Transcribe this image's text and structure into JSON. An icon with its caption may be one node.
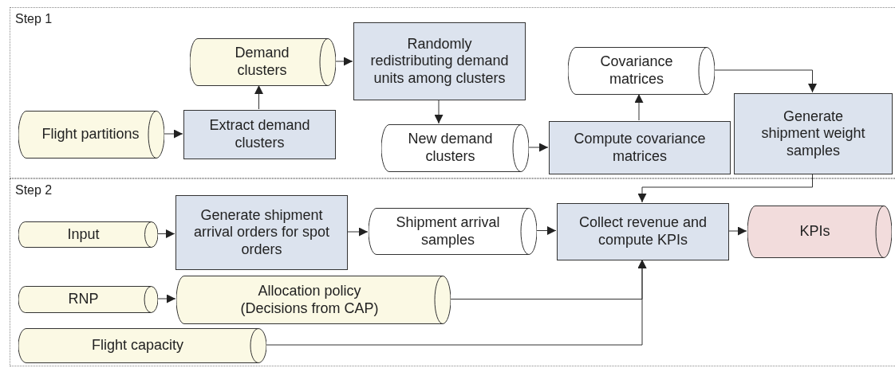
{
  "diagram": {
    "nodes": [
      {
        "text": [
          "Step 1"
        ]
      },
      {
        "text": [
          "Demand clusters"
        ],
        "in": 0
      },
      {
        "text": [
          "Randomly redistributing demand units among clusters"
        ],
        "in": 0
      },
      {
        "text": [
          "Flight partitions"
        ],
        "in": 0
      },
      {
        "text": [
          "Extract demand clusters"
        ],
        "in": 0
      },
      {
        "text": [
          "New demand clusters"
        ],
        "in": 0
      },
      {
        "text": [
          "Covariance matrices"
        ],
        "in": 0
      },
      {
        "text": [
          "Compute covariance matrices"
        ],
        "in": 0
      },
      {
        "text": [
          "Generate shipment weight samples"
        ],
        "in": 0
      },
      {
        "text": [
          "Step 2"
        ]
      },
      {
        "text": [
          "Input"
        ],
        "in": 9
      },
      {
        "text": [
          "Generate shipment arrival orders for spot orders"
        ],
        "in": 9
      },
      {
        "text": [
          "Shipment arrival samples"
        ],
        "in": 9
      },
      {
        "text": [
          "Collect revenue and compute KPIs"
        ],
        "in": 9
      },
      {
        "text": [
          "KPIs"
        ],
        "in": 9
      },
      {
        "text": [
          "RNP"
        ],
        "in": 9
      },
      {
        "text": [
          "Allocation policy (Decisions from CAP)"
        ],
        "in": 9
      },
      {
        "text": [
          "Flight capacity"
        ],
        "in": 9
      }
    ],
    "edges": [
      {
        "from": 3,
        "to": 4,
        "arrow": "to"
      },
      {
        "from": 4,
        "to": 1,
        "arrow": "to"
      },
      {
        "from": 1,
        "to": 2,
        "arrow": "to"
      },
      {
        "from": 2,
        "to": 5,
        "arrow": "to"
      },
      {
        "from": 5,
        "to": 7,
        "arrow": "to"
      },
      {
        "from": 7,
        "to": 6,
        "arrow": "to"
      },
      {
        "from": 6,
        "to": 8,
        "arrow": "to"
      },
      {
        "from": 8,
        "to": 13,
        "arrow": "to"
      },
      {
        "from": 10,
        "to": 11,
        "arrow": "to"
      },
      {
        "from": 11,
        "to": 12,
        "arrow": "to"
      },
      {
        "from": 12,
        "to": 13,
        "arrow": "to"
      },
      {
        "from": 13,
        "to": 14,
        "arrow": "to"
      },
      {
        "from": 15,
        "to": 16,
        "arrow": "to"
      },
      {
        "from": 16,
        "to": 13,
        "arrow": "to"
      },
      {
        "from": 17,
        "to": 13,
        "arrow": "to"
      }
    ]
  }
}
